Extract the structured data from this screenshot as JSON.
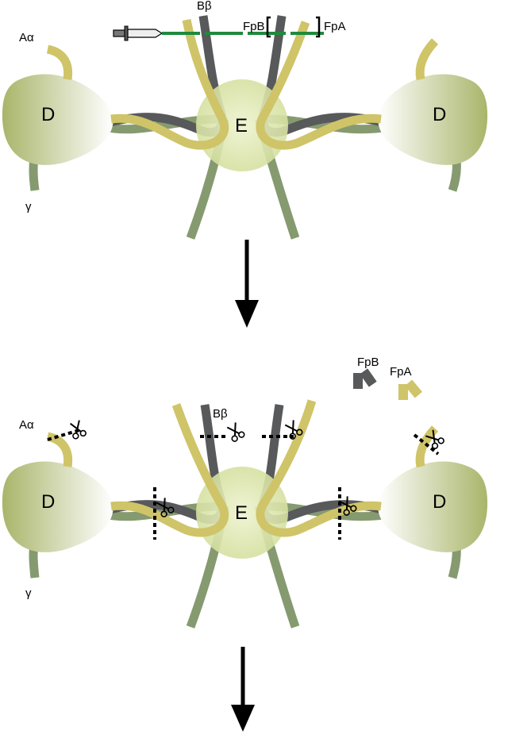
{
  "panels": {
    "top": {
      "labels": {
        "a_alpha": "Aα",
        "b_beta": "Bβ",
        "gamma": "γ",
        "fpb": "FpB",
        "fpa": "FpA",
        "d_left": "D",
        "d_right": "D",
        "e": "E"
      }
    },
    "bottom": {
      "labels": {
        "a_alpha": "Aα",
        "b_beta": "Bβ",
        "gamma": "γ",
        "fpb": "FpB",
        "fpa": "FpA",
        "d_left": "D",
        "d_right": "D",
        "e": "E"
      }
    }
  },
  "colors": {
    "alpha_chain": "#cfc468",
    "beta_chain": "#58595b",
    "gamma_chain": "#869a70",
    "d_domain_dark": "#a9b56a",
    "d_domain_light": "#ffffff",
    "e_domain": "#dfe8b2",
    "sword_line": "#1f8a3c",
    "arrow": "#000000"
  }
}
